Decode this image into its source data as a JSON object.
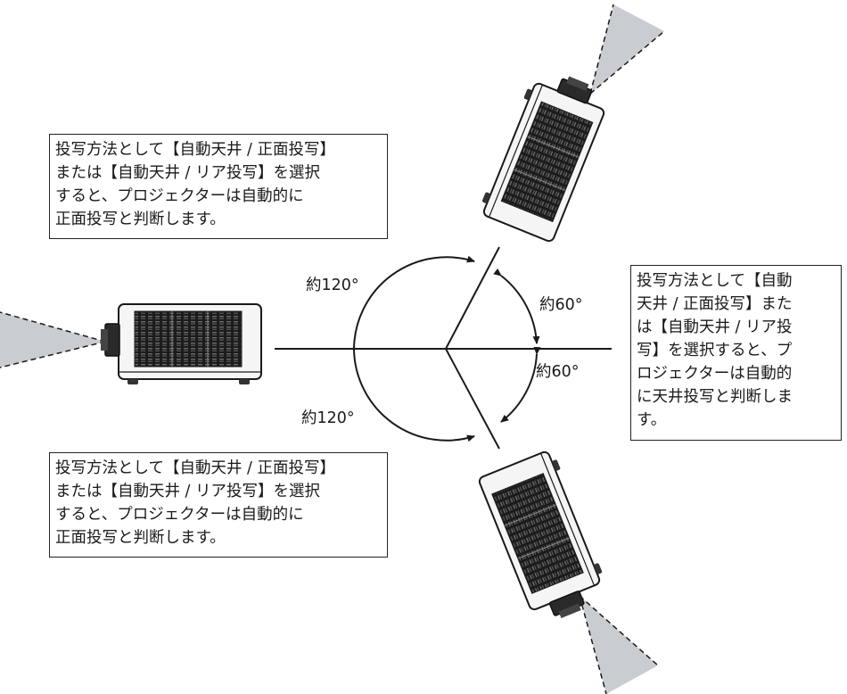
{
  "notes": {
    "top_left": "投写方法として【自動天井 / 正面投写】\nまたは【自動天井 / リア投写】を選択\nすると、プロジェクターは自動的に\n正面投写と判断します。",
    "bottom_left": "投写方法として【自動天井 / 正面投写】\nまたは【自動天井 / リア投写】を選択\nすると、プロジェクターは自動的に\n正面投写と判断します。",
    "right": "投写方法として【自動\n天井 / 正面投写】また\nは【自動天井 / リア投\n写】を選択すると、プ\nロジェクターは自動的\nに天井投写と判断しま\nす。"
  },
  "angles": {
    "top_left": "約120°",
    "top_right": "約60°",
    "bottom_right": "約60°",
    "bottom_left": "約120°"
  },
  "colors": {
    "line": "#1a1a1a",
    "beam": "#c9ccd1",
    "projector_body": "#f4f4f4",
    "projector_vent": "#1c1c1c"
  }
}
